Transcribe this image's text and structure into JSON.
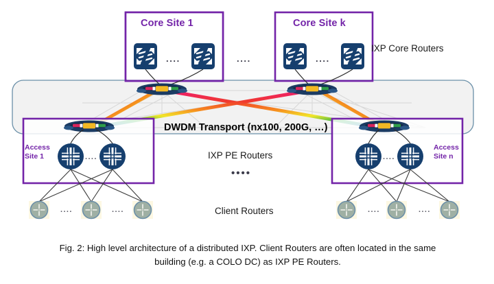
{
  "figure": {
    "caption_line1": "Fig. 2: High level architecture of a distributed IXP. Client Routers are often located in the same",
    "caption_line2": "building (e.g. a COLO DC) as IXP PE Routers."
  },
  "colors": {
    "site_border": "#7324a8",
    "site_label": "#7324a8",
    "router_navy": "#163f6e",
    "client_router_fill": "#9fb0a4",
    "client_router_ring": "#6b8fa8",
    "client_router_bg": "#fdf8e3",
    "cloud_fill": "#f2f2f2",
    "cloud_border": "#6a8fa8",
    "link_pink": "#ef1d6a",
    "link_red": "#f03a2e",
    "link_orange": "#f68a1f",
    "link_yellow": "#f2e62a",
    "link_green": "#31b34a",
    "link_teal": "#17a89c",
    "link_blue": "#1f7fd0",
    "fiber_gray": "#d9d9d9",
    "text_dark": "#1a1a1a"
  },
  "core_sites": [
    {
      "title": "Core Site 1",
      "inner_dots": "....",
      "routers": 2
    },
    {
      "title": "Core Site k",
      "inner_dots": "....",
      "routers": 2
    }
  ],
  "core_sites_separator_dots": "....",
  "access_sites": [
    {
      "label_line1": "Access",
      "label_line2": "Site 1",
      "inner_dots": "....",
      "routers": 2
    },
    {
      "label_line1": "Access",
      "label_line2": "Site n",
      "inner_dots": "....",
      "routers": 2
    }
  ],
  "labels": {
    "ixp_core_routers": "IXP Core Routers",
    "dwdm_transport": "DWDM Transport (nx100, 200G, …)",
    "ixp_pe_routers": "IXP PE Routers",
    "pe_routers_ellipsis": "••••",
    "client_routers": "Client Routers"
  },
  "client_router_groups": [
    {
      "dots": [
        "....",
        "...."
      ],
      "count": 3
    },
    {
      "dots": [
        "....",
        "...."
      ],
      "count": 3
    }
  ],
  "icons": {
    "core_router": "core-router-icon",
    "pe_router": "pe-router-icon",
    "client_router": "client-router-icon",
    "roadm": "roadm-optical-node-icon"
  }
}
